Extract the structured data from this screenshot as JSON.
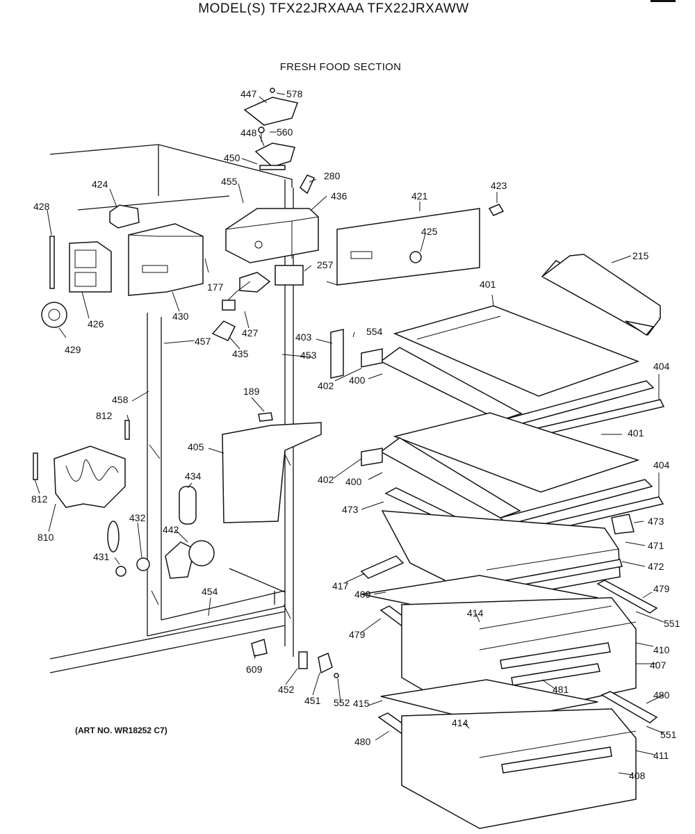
{
  "header": {
    "model": "MODEL(S) TFX22JRXAAA  TFX22JRXAWW",
    "section": "FRESH FOOD SECTION"
  },
  "footer": {
    "art_no": "(ART NO. WR18252 C7)"
  },
  "callouts": [
    {
      "id": "447",
      "text": "447"
    },
    {
      "id": "578",
      "text": "578"
    },
    {
      "id": "448",
      "text": "448"
    },
    {
      "id": "560",
      "text": "560"
    },
    {
      "id": "450",
      "text": "450"
    },
    {
      "id": "280",
      "text": "280"
    },
    {
      "id": "424",
      "text": "424"
    },
    {
      "id": "455",
      "text": "455"
    },
    {
      "id": "436",
      "text": "436"
    },
    {
      "id": "421",
      "text": "421"
    },
    {
      "id": "423",
      "text": "423"
    },
    {
      "id": "428",
      "text": "428"
    },
    {
      "id": "425",
      "text": "425"
    },
    {
      "id": "215",
      "text": "215"
    },
    {
      "id": "257",
      "text": "257"
    },
    {
      "id": "177",
      "text": "177"
    },
    {
      "id": "426",
      "text": "426"
    },
    {
      "id": "430",
      "text": "430"
    },
    {
      "id": "427",
      "text": "427"
    },
    {
      "id": "401a",
      "text": "401"
    },
    {
      "id": "429",
      "text": "429"
    },
    {
      "id": "457",
      "text": "457"
    },
    {
      "id": "435",
      "text": "435"
    },
    {
      "id": "403",
      "text": "403"
    },
    {
      "id": "554",
      "text": "554"
    },
    {
      "id": "453",
      "text": "453"
    },
    {
      "id": "402a",
      "text": "402"
    },
    {
      "id": "400a",
      "text": "400"
    },
    {
      "id": "404a",
      "text": "404"
    },
    {
      "id": "458",
      "text": "458"
    },
    {
      "id": "189",
      "text": "189"
    },
    {
      "id": "812a",
      "text": "812"
    },
    {
      "id": "405",
      "text": "405"
    },
    {
      "id": "401b",
      "text": "401"
    },
    {
      "id": "434",
      "text": "434"
    },
    {
      "id": "402b",
      "text": "402"
    },
    {
      "id": "400b",
      "text": "400"
    },
    {
      "id": "404b",
      "text": "404"
    },
    {
      "id": "812b",
      "text": "812"
    },
    {
      "id": "473a",
      "text": "473"
    },
    {
      "id": "432",
      "text": "432"
    },
    {
      "id": "442",
      "text": "442"
    },
    {
      "id": "473b",
      "text": "473"
    },
    {
      "id": "810",
      "text": "810"
    },
    {
      "id": "471",
      "text": "471"
    },
    {
      "id": "431",
      "text": "431"
    },
    {
      "id": "472",
      "text": "472"
    },
    {
      "id": "417",
      "text": "417"
    },
    {
      "id": "454",
      "text": "454"
    },
    {
      "id": "409",
      "text": "409"
    },
    {
      "id": "479a",
      "text": "479"
    },
    {
      "id": "414a",
      "text": "414"
    },
    {
      "id": "551a",
      "text": "551"
    },
    {
      "id": "479b",
      "text": "479"
    },
    {
      "id": "410",
      "text": "410"
    },
    {
      "id": "407",
      "text": "407"
    },
    {
      "id": "609",
      "text": "609"
    },
    {
      "id": "481",
      "text": "481"
    },
    {
      "id": "452",
      "text": "452"
    },
    {
      "id": "480a",
      "text": "480"
    },
    {
      "id": "451",
      "text": "451"
    },
    {
      "id": "552",
      "text": "552"
    },
    {
      "id": "415",
      "text": "415"
    },
    {
      "id": "414b",
      "text": "414"
    },
    {
      "id": "551b",
      "text": "551"
    },
    {
      "id": "480b",
      "text": "480"
    },
    {
      "id": "411",
      "text": "411"
    },
    {
      "id": "408",
      "text": "408"
    }
  ]
}
